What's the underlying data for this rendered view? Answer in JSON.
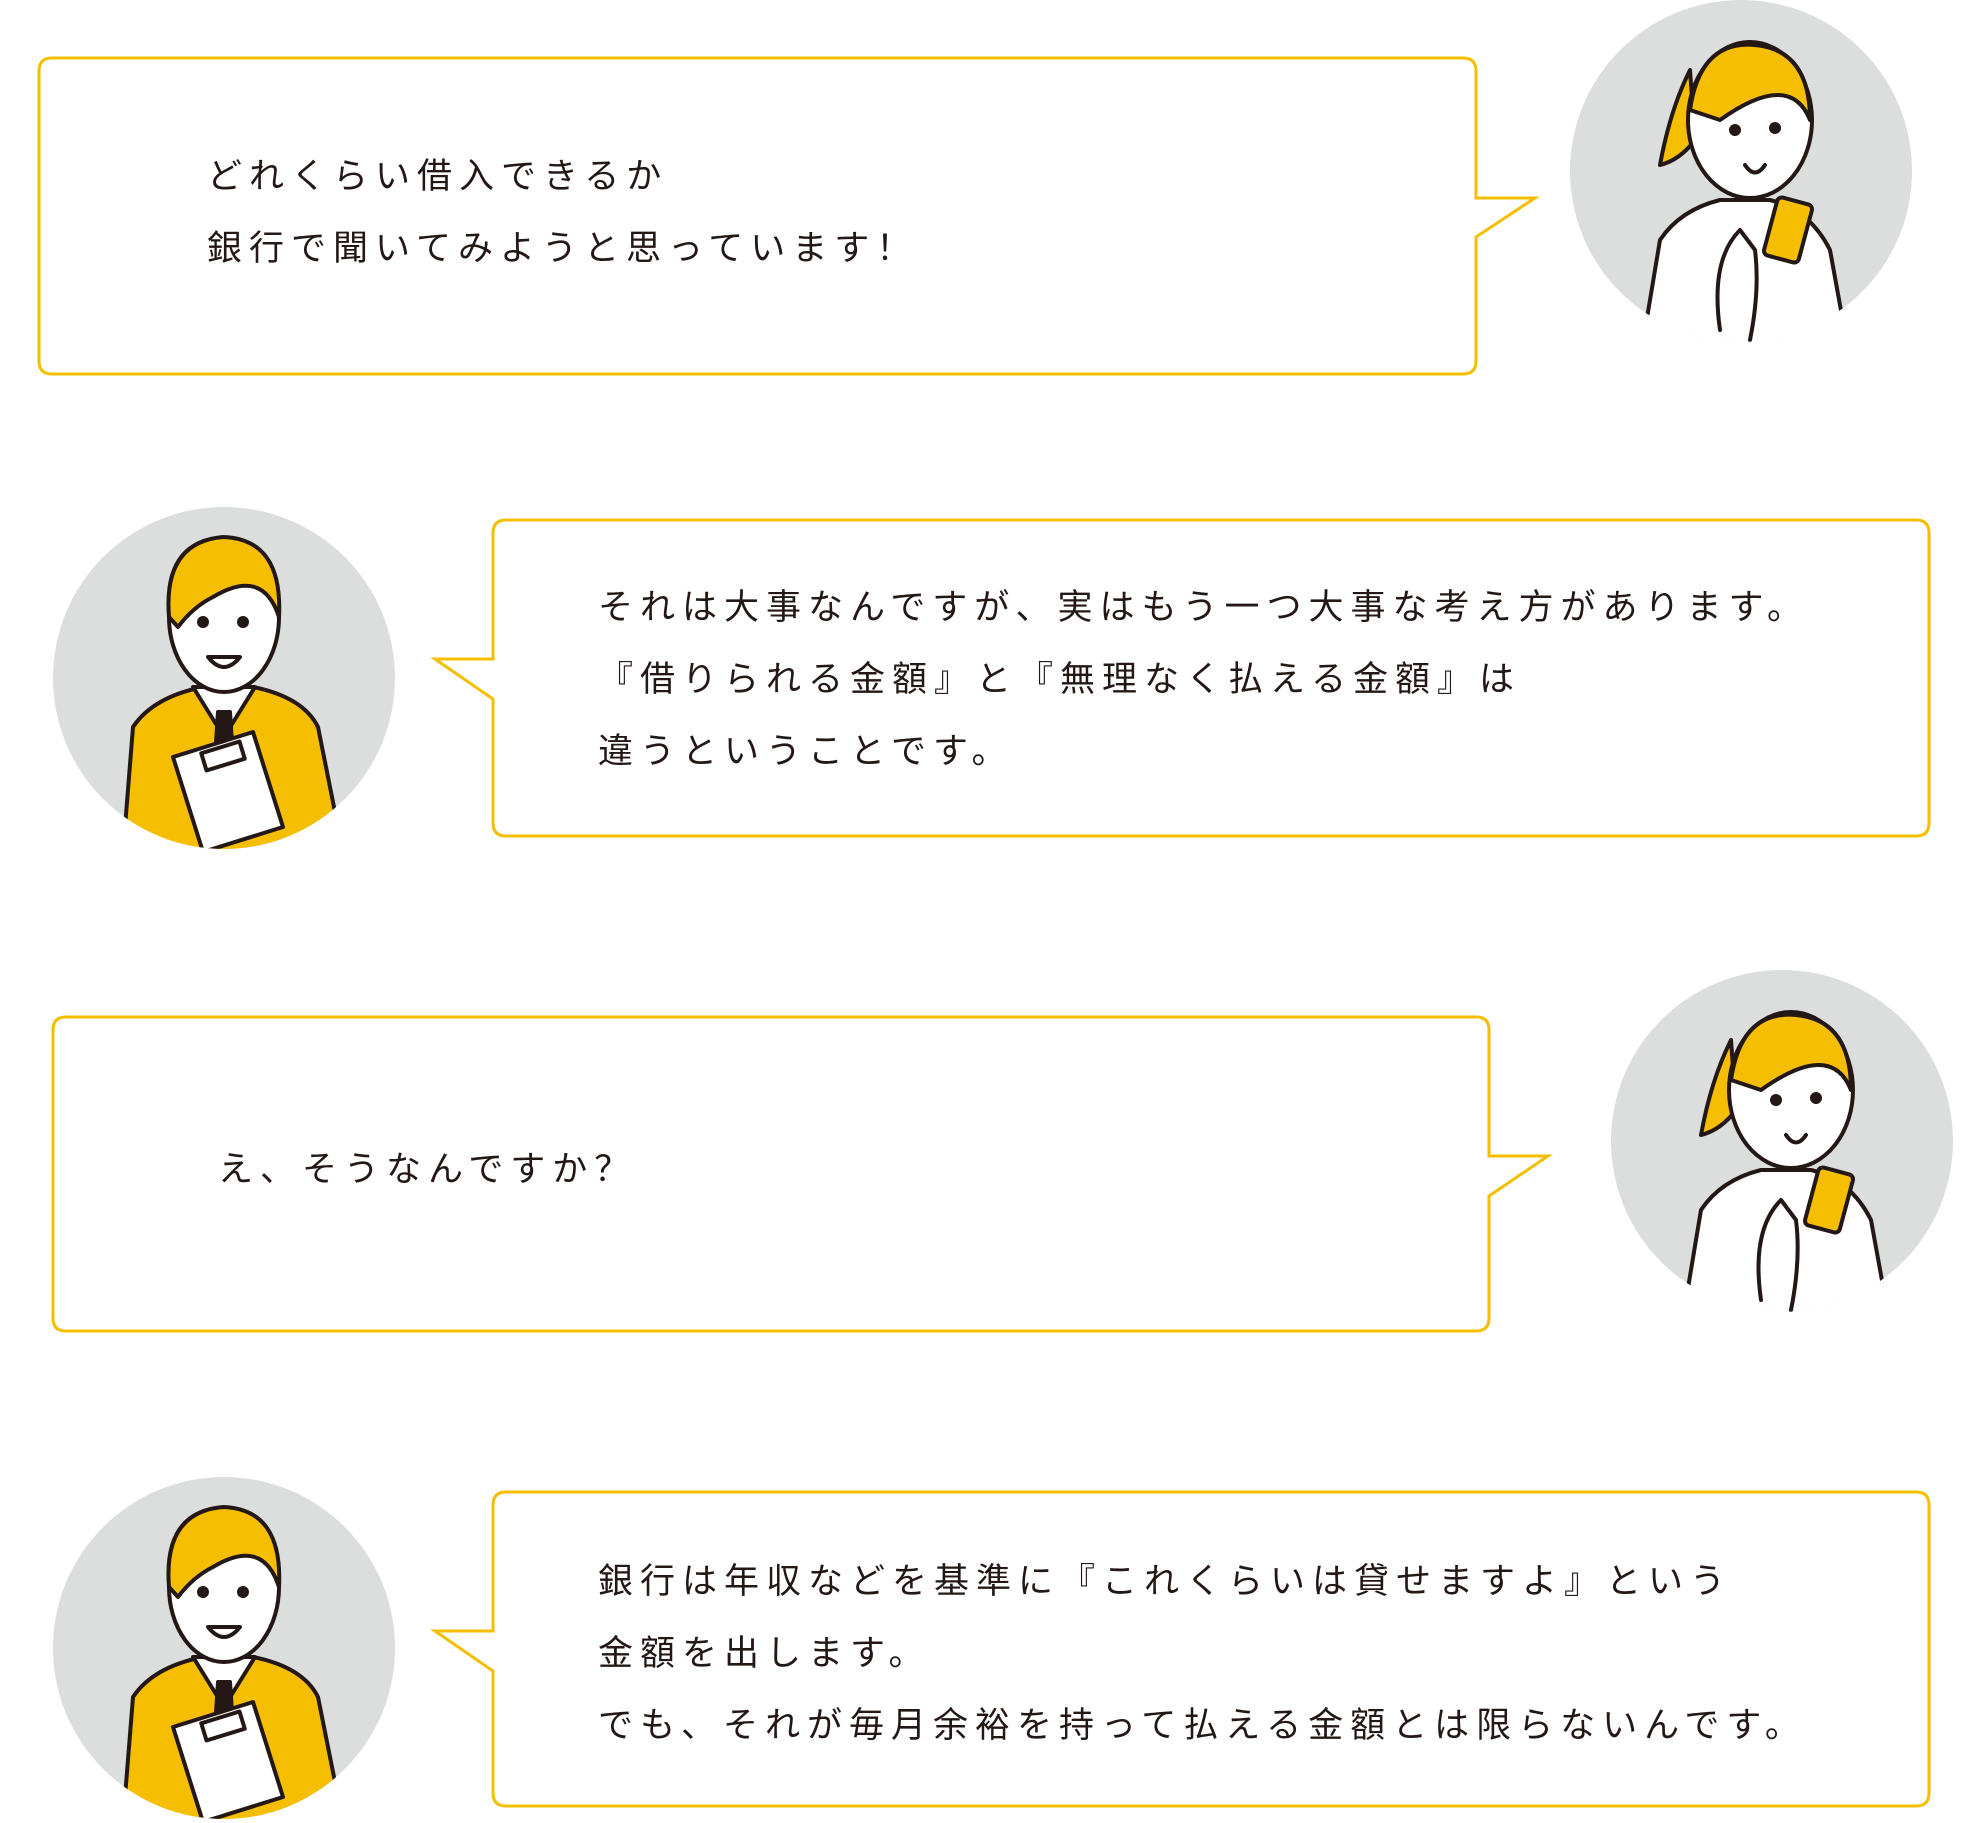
{
  "colors": {
    "accent": "#F5BE00",
    "avatar_bg": "#DCDDDD",
    "ink": "#231815"
  },
  "dialogue": [
    {
      "speaker": "woman",
      "lines": [
        "どれくらい借入できるか",
        "銀行で聞いてみようと思っています！"
      ]
    },
    {
      "speaker": "advisor",
      "lines": [
        "それは大事なんですが、実はもう一つ大事な考え方があります。",
        "『借りられる金額』と『無理なく払える金額』は",
        "違うということです。"
      ]
    },
    {
      "speaker": "woman",
      "lines": [
        "え、そうなんですか？"
      ]
    },
    {
      "speaker": "advisor",
      "lines": [
        "銀行は年収などを基準に『これくらいは貸せますよ』という",
        "金額を出します。",
        "でも、それが毎月余裕を持って払える金額とは限らないんです。"
      ]
    }
  ]
}
